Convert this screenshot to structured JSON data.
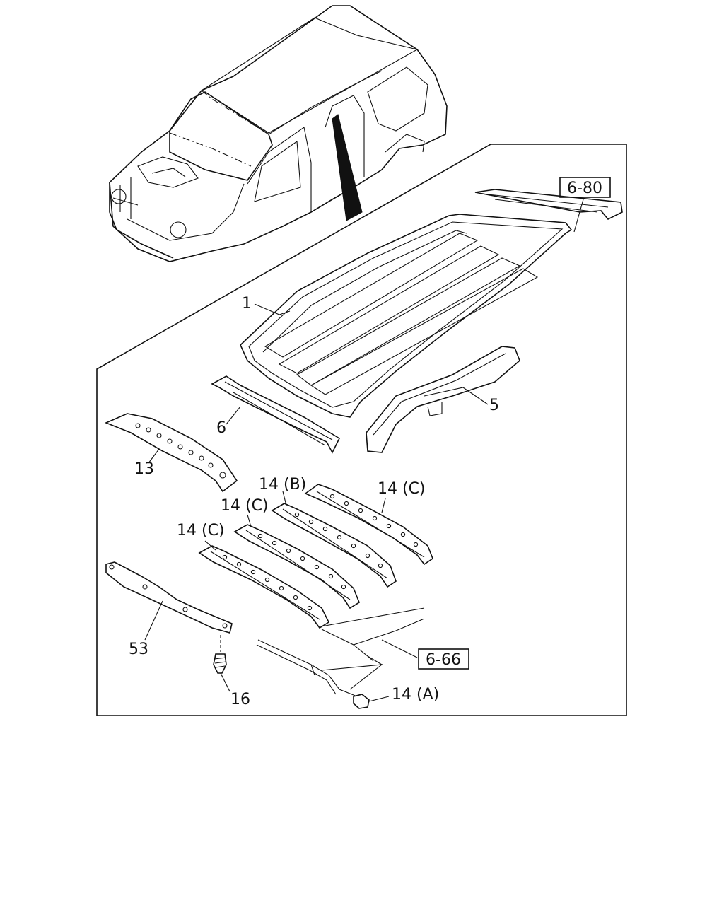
{
  "parts": [
    {
      "id": "roof-panel",
      "label": "1"
    },
    {
      "id": "side-rail",
      "label": "5"
    },
    {
      "id": "front-header",
      "label": "6"
    },
    {
      "id": "front-bow",
      "label": "13"
    },
    {
      "id": "bow-b",
      "label": "14 (B)"
    },
    {
      "id": "bow-c-rear",
      "label": "14 (C)"
    },
    {
      "id": "bow-c-mid",
      "label": "14 (C)"
    },
    {
      "id": "bow-c-front",
      "label": "14 (C)"
    },
    {
      "id": "clip",
      "label": "14 (A)"
    },
    {
      "id": "rear-bracket",
      "label": "53"
    },
    {
      "id": "screw",
      "label": "16"
    }
  ],
  "references": [
    {
      "id": "rear-header-ref",
      "label": "6-80"
    },
    {
      "id": "harness-ref",
      "label": "6-66"
    }
  ]
}
